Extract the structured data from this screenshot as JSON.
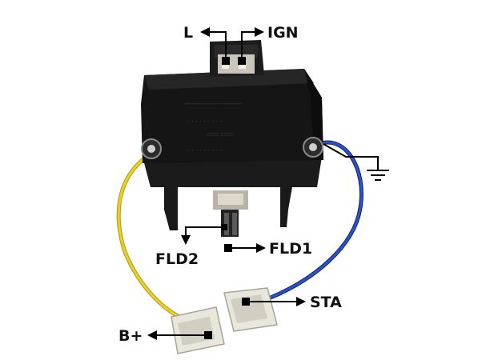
{
  "labels": {
    "l": "L",
    "ign": "IGN",
    "fld1": "FLD1",
    "fld2": "FLD2",
    "sta": "STA",
    "b_plus": "B+"
  },
  "colors": {
    "body": "#141414",
    "wire_positive": "#e8cf2a",
    "wire_stator": "#1e3fa8",
    "connector": "#e9e6dc",
    "arrow": "#000000"
  }
}
